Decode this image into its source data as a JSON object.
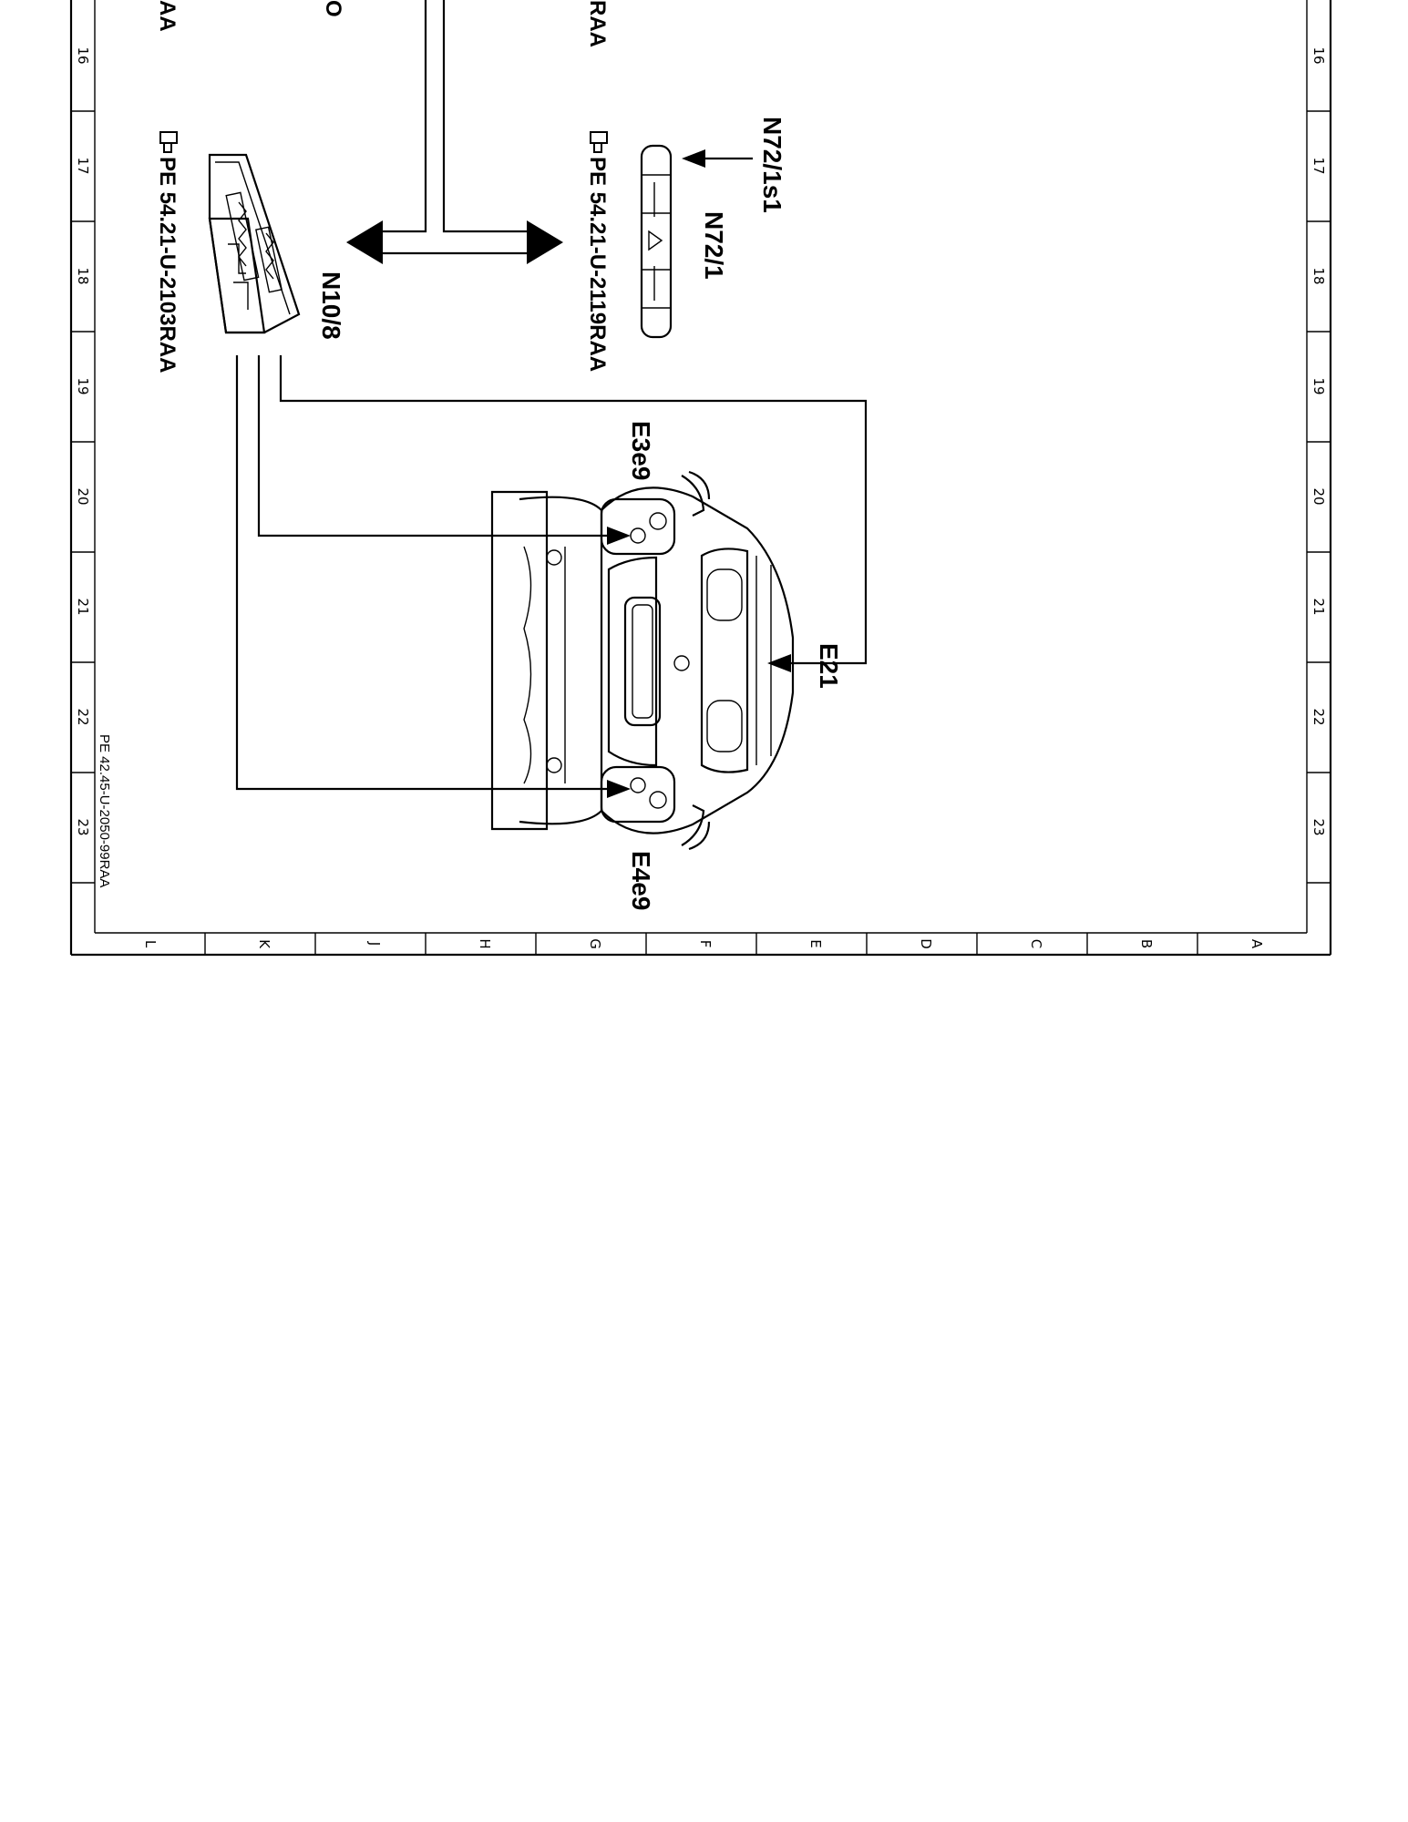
{
  "diagram": {
    "row_numbers": [
      "16",
      "17",
      "18",
      "19",
      "20",
      "21",
      "22",
      "23"
    ],
    "column_letters": [
      "L",
      "K",
      "J",
      "H",
      "G",
      "F",
      "E",
      "D",
      "C",
      "B",
      "A"
    ],
    "components": {
      "n10_8": {
        "label": "N10/8",
        "reference": "PE 54.21-U-2103RAA"
      },
      "n72_1": {
        "label": "N72/1",
        "reference": "PE 54.21-U-2119RAA"
      },
      "n72_1s1": {
        "label": "N72/1s1"
      },
      "e3e9": {
        "label": "E3e9"
      },
      "e4e9": {
        "label": "E4e9"
      },
      "e21": {
        "label": "E21"
      }
    },
    "partial_labels": {
      "left_edge": "AA",
      "middle_edge": "O",
      "right_edge": "RAA"
    },
    "document_number": "PE 42.45-U-2050-99RAA",
    "reference_icon": "pointing-hand-icon"
  }
}
